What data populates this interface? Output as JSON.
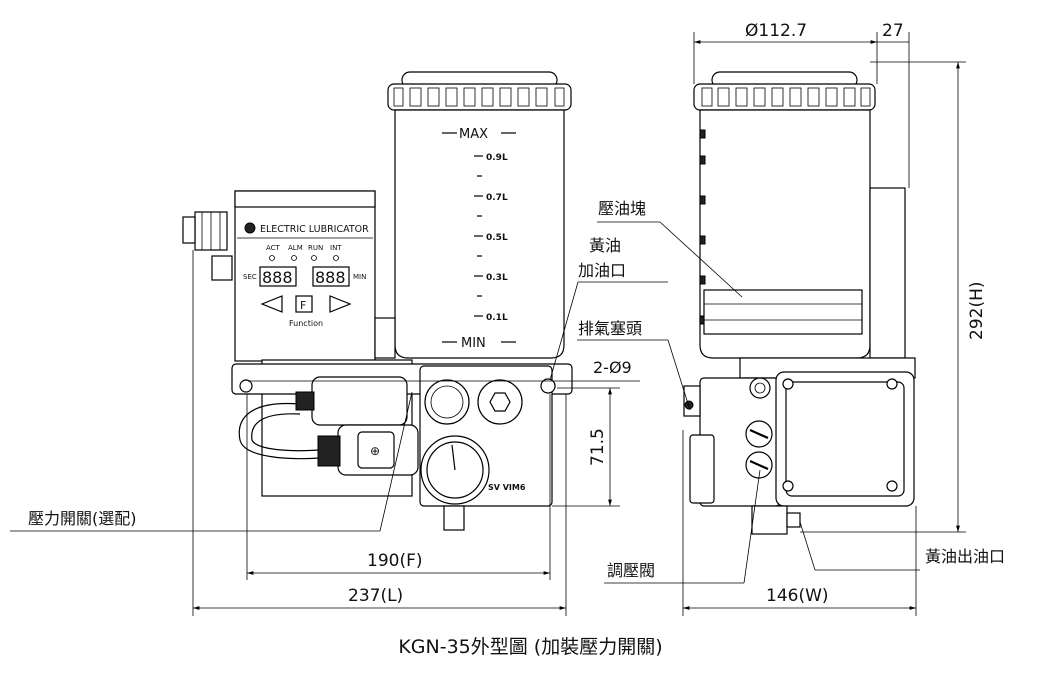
{
  "caption": "KGN-35外型圖 (加裝壓力開關)",
  "panel": {
    "brand": "ELECTRIC LUBRICATOR",
    "indicators": [
      "ACT",
      "ALM",
      "RUN",
      "INT"
    ],
    "sec_label": "SEC",
    "min_label": "MIN",
    "display_digits": "888",
    "f_key": "F",
    "function_label": "Function"
  },
  "tank": {
    "max_label": "MAX",
    "min_label": "MIN",
    "scale": [
      "0.9L",
      "0.7L",
      "0.5L",
      "0.3L",
      "0.1L"
    ]
  },
  "block_marking": "SV VIM6",
  "callouts": {
    "pressure_block": "壓油塊",
    "grease_fill_1": "黃油",
    "grease_fill_2": "加油口",
    "vent_plug": "排氣塞頭",
    "mount_holes": "2-Ø9",
    "pressure_switch": "壓力開關(選配)",
    "regulator": "調壓閥",
    "grease_outlet": "黃油出油口"
  },
  "dimensions": {
    "diameter": "Ø112.7",
    "offset": "27",
    "height": "292(H)",
    "base_height": "71.5",
    "mount_pitch": "190(F)",
    "length": "237(L)",
    "width": "146(W)"
  }
}
